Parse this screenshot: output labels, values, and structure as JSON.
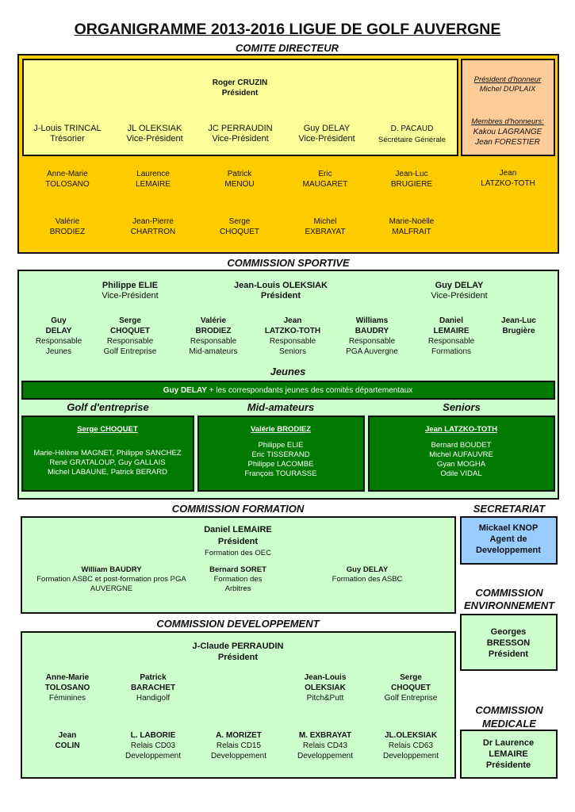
{
  "title": "ORGANIGRAMME 2013-2016 LIGUE DE GOLF AUVERGNE",
  "colors": {
    "comite_outer": "#ffcc00",
    "comite_inner": "#ffff99",
    "honneur": "#ffcc99",
    "commission_bg": "#ccffcc",
    "group_bg": "#007a00",
    "secretariat_bg": "#99ccff"
  },
  "comite_directeur": {
    "heading": "COMITE DIRECTEUR",
    "president": {
      "name": "Roger CRUZIN",
      "role": "Président"
    },
    "bureau": [
      {
        "name": "J-Louis TRINCAL",
        "role": "Trésorier"
      },
      {
        "name": "JL OLEKSIAK",
        "role": "Vice-Président"
      },
      {
        "name": "JC PERRAUDIN",
        "role": "Vice-Président"
      },
      {
        "name": "Guy DELAY",
        "role": "Vice-Président"
      },
      {
        "name": "D. PACAUD",
        "role": "Sécrétaire Générale"
      }
    ],
    "honneur": {
      "president_label": "Président d'honneur",
      "president_name": "Michel DUPLAIX",
      "membres_label": "Membres d'honneurs:",
      "membres": [
        "Kakou LAGRANGE",
        "Jean FORESTIER"
      ]
    },
    "members_row1": [
      {
        "first": "Anne-Marie",
        "last": "TOLOSANO"
      },
      {
        "first": "Laurence",
        "last": "LEMAIRE"
      },
      {
        "first": "Patrick",
        "last": "MENOU"
      },
      {
        "first": "Eric",
        "last": "MAUGARET"
      },
      {
        "first": "Jean-Luc",
        "last": "BRUGIERE"
      },
      {
        "first": "Jean",
        "last": "LATZKO-TOTH"
      }
    ],
    "members_row2": [
      {
        "first": "Valérie",
        "last": "BRODIEZ"
      },
      {
        "first": "Jean-Pierre",
        "last": "CHARTRON"
      },
      {
        "first": "Serge",
        "last": "CHOQUET"
      },
      {
        "first": "Michel",
        "last": "EXBRAYAT"
      },
      {
        "first": "Marie-Noëlle",
        "last": "MALFRAIT"
      }
    ]
  },
  "commission_sportive": {
    "heading": "COMMISSION SPORTIVE",
    "leaders": [
      {
        "name": "Philippe ELIE",
        "role": "Vice-Président"
      },
      {
        "name": "Jean-Louis OLEKSIAK",
        "role": "Président"
      },
      {
        "name": "Guy DELAY",
        "role": "Vice-Président"
      }
    ],
    "responsables": [
      {
        "first": "Guy",
        "last": "DELAY",
        "l1": "Responsable",
        "l2": "Jeunes"
      },
      {
        "first": "Serge",
        "last": "CHOQUET",
        "l1": "Responsable",
        "l2": "Golf Entreprise"
      },
      {
        "first": "Valérie",
        "last": "BRODIEZ",
        "l1": "Responsable",
        "l2": "Mid-amateurs"
      },
      {
        "first": "Jean",
        "last": "LATZKO-TOTH",
        "l1": "Responsable",
        "l2": "Seniors"
      },
      {
        "first": "Williams",
        "last": "BAUDRY",
        "l1": "Responsable",
        "l2": "PGA Auvergne"
      },
      {
        "first": "Daniel",
        "last": "LEMAIRE",
        "l1": "Responsable",
        "l2": "Formations"
      },
      {
        "first": "Jean-Luc",
        "last": "Brugière",
        "l1": "",
        "l2": ""
      }
    ],
    "jeunes": {
      "heading": "Jeunes",
      "lead": "Guy DELAY",
      "text": " + les correspondants jeunes des comités départementaux"
    },
    "groups": [
      {
        "heading": "Golf d'entreprise",
        "lead": "Serge CHOQUET",
        "members": [
          "Marie-Hélène MAGNET, Philippe SANCHEZ",
          "René GRATALOUP, Guy GALLAIS",
          "Michel LABAUNE, Patrick BERARD"
        ]
      },
      {
        "heading": "Mid-amateurs",
        "lead": "Valérie BRODIEZ",
        "members": [
          "Philippe ELIE",
          "Eric TISSERAND",
          "Philippe LACOMBE",
          "François TOURASSE"
        ]
      },
      {
        "heading": "Seniors",
        "lead": "Jean LATZKO-TOTH",
        "members": [
          "Bernard BOUDET",
          "Michel AUFAUVRE",
          "Gyan MOGHA",
          "Odile VIDAL"
        ]
      }
    ]
  },
  "commission_formation": {
    "heading": "COMMISSION FORMATION",
    "president": {
      "name": "Daniel LEMAIRE",
      "role": "Président",
      "detail": "Formation des OEC"
    },
    "members": [
      {
        "name": "William BAUDRY",
        "l1": "Formation ASBC et post-formation pros PGA",
        "l2": "AUVERGNE"
      },
      {
        "name": "Bernard SORET",
        "l1": "Formation des",
        "l2": "Arbitres"
      },
      {
        "name": "Guy DELAY",
        "l1": "Formation des ASBC",
        "l2": ""
      }
    ]
  },
  "secretariat": {
    "heading": "SECRETARIAT",
    "lines": [
      "Mickael KNOP",
      "Agent de",
      "Developpement"
    ]
  },
  "commission_environnement": {
    "heading_l1": "COMMISSION",
    "heading_l2": "ENVIRONNEMENT",
    "lines": [
      "Georges",
      "BRESSON",
      "Président"
    ]
  },
  "commission_developpement": {
    "heading": "COMMISSION DEVELOPPEMENT",
    "president": {
      "name": "J-Claude PERRAUDIN",
      "role": "Président"
    },
    "row1": [
      {
        "first": "Anne-Marie",
        "last": "TOLOSANO",
        "detail": "Féminines"
      },
      {
        "first": "Patrick",
        "last": "BARACHET",
        "detail": "Handigolf"
      },
      {
        "first": "Jean-Louis",
        "last": "OLEKSIAK",
        "detail": "Pitch&Putt"
      },
      {
        "first": "Serge",
        "last": "CHOQUET",
        "detail": "Golf Entreprise"
      }
    ],
    "row2": [
      {
        "name": "Jean",
        "name2": "COLIN",
        "l1": "",
        "l2": ""
      },
      {
        "name": "L. LABORIE",
        "name2": "",
        "l1": "Relais CD03",
        "l2": "Developpement"
      },
      {
        "name": "A. MORIZET",
        "name2": "",
        "l1": "Relais CD15",
        "l2": "Developpement"
      },
      {
        "name": "M. EXBRAYAT",
        "name2": "",
        "l1": "Relais CD43",
        "l2": "Developpement"
      },
      {
        "name": "JL.OLEKSIAK",
        "name2": "",
        "l1": "Relais CD63",
        "l2": "Developpement"
      }
    ]
  },
  "commission_medicale": {
    "heading_l1": "COMMISSION",
    "heading_l2": "MEDICALE",
    "lines": [
      "Dr Laurence",
      "LEMAIRE",
      "Présidente"
    ]
  }
}
